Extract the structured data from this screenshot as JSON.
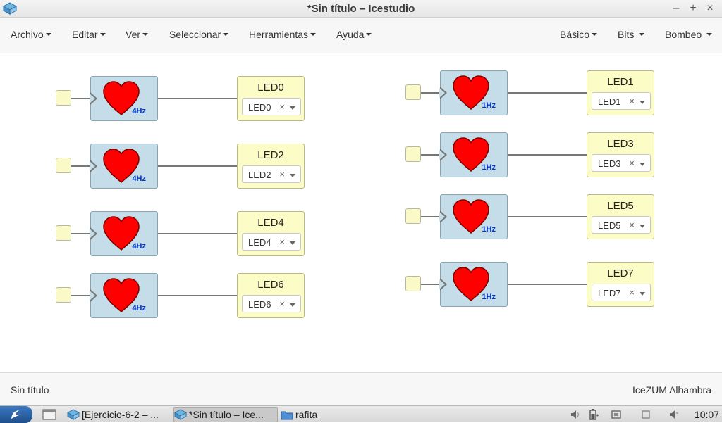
{
  "window": {
    "title": "*Sin título – Icestudio"
  },
  "menu": {
    "left": [
      "Archivo",
      "Editar",
      "Ver",
      "Seleccionar",
      "Herramientas",
      "Ayuda"
    ],
    "right": [
      "Básico",
      "Bits",
      "Bombeo"
    ]
  },
  "blocks": [
    {
      "freq": "4Hz",
      "led_title": "LED0",
      "led_value": "LED0"
    },
    {
      "freq": "4Hz",
      "led_title": "LED2",
      "led_value": "LED2"
    },
    {
      "freq": "4Hz",
      "led_title": "LED4",
      "led_value": "LED4"
    },
    {
      "freq": "4Hz",
      "led_title": "LED6",
      "led_value": "LED6"
    },
    {
      "freq": "1Hz",
      "led_title": "LED1",
      "led_value": "LED1"
    },
    {
      "freq": "1Hz",
      "led_title": "LED3",
      "led_value": "LED3"
    },
    {
      "freq": "1Hz",
      "led_title": "LED5",
      "led_value": "LED5"
    },
    {
      "freq": "1Hz",
      "led_title": "LED7",
      "led_value": "LED7"
    }
  ],
  "select_clear_glyph": "×",
  "status": {
    "file": "Sin título",
    "board": "IceZUM Alhambra"
  },
  "taskbar": {
    "items": [
      "[Ejercicio-6-2 – ...",
      "*Sin título – Ice...",
      "rafita"
    ],
    "time": "10:07"
  },
  "colors": {
    "clock_block": "#c4dde8",
    "led_block": "#fcfcc6",
    "heart": "#ff0000",
    "freq_text": "#0033cc"
  },
  "icons": [
    "icestudio-logo-icon",
    "minimize-icon",
    "maximize-icon",
    "close-icon",
    "heart-icon",
    "start-menu-icon",
    "desktop-icon",
    "folder-icon",
    "volume-icon",
    "battery-icon",
    "network-icon"
  ]
}
